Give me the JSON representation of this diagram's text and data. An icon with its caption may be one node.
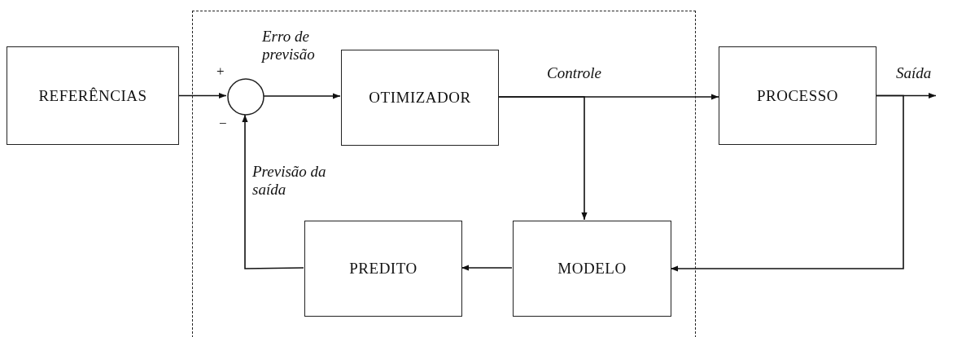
{
  "diagram": {
    "nodes": [
      {
        "text": [
          "REFERÊNCIAS"
        ]
      },
      {
        "text": [],
        "shape": "box"
      },
      {
        "text": [],
        "shape": "circle",
        "in": 1
      },
      {
        "text": [
          "OTIMIZADOR"
        ],
        "in": 1
      },
      {
        "text": [
          "PROCESSO"
        ]
      },
      {
        "text": [
          "PREDITO"
        ],
        "in": 1
      },
      {
        "text": [
          "MODELO"
        ],
        "in": 1
      }
    ],
    "edges": [
      {
        "from": 0,
        "to": 2,
        "arrow": "to"
      },
      {
        "from": 2,
        "to": 3,
        "arrow": "to",
        "label": "Erro de previsão"
      },
      {
        "from": 3,
        "to": 4,
        "arrow": "to",
        "label": "Controle"
      },
      {
        "from": 3,
        "to": 6,
        "arrow": "to"
      },
      {
        "from": 4,
        "to": null,
        "arrow": "to",
        "label": "Saída"
      },
      {
        "from": 4,
        "to": 6,
        "arrow": "to"
      },
      {
        "from": 6,
        "to": 5,
        "arrow": "to"
      },
      {
        "from": 5,
        "to": 2,
        "arrow": "to",
        "label": "Previsão da saída"
      }
    ],
    "labels": [
      "+",
      "−"
    ]
  }
}
